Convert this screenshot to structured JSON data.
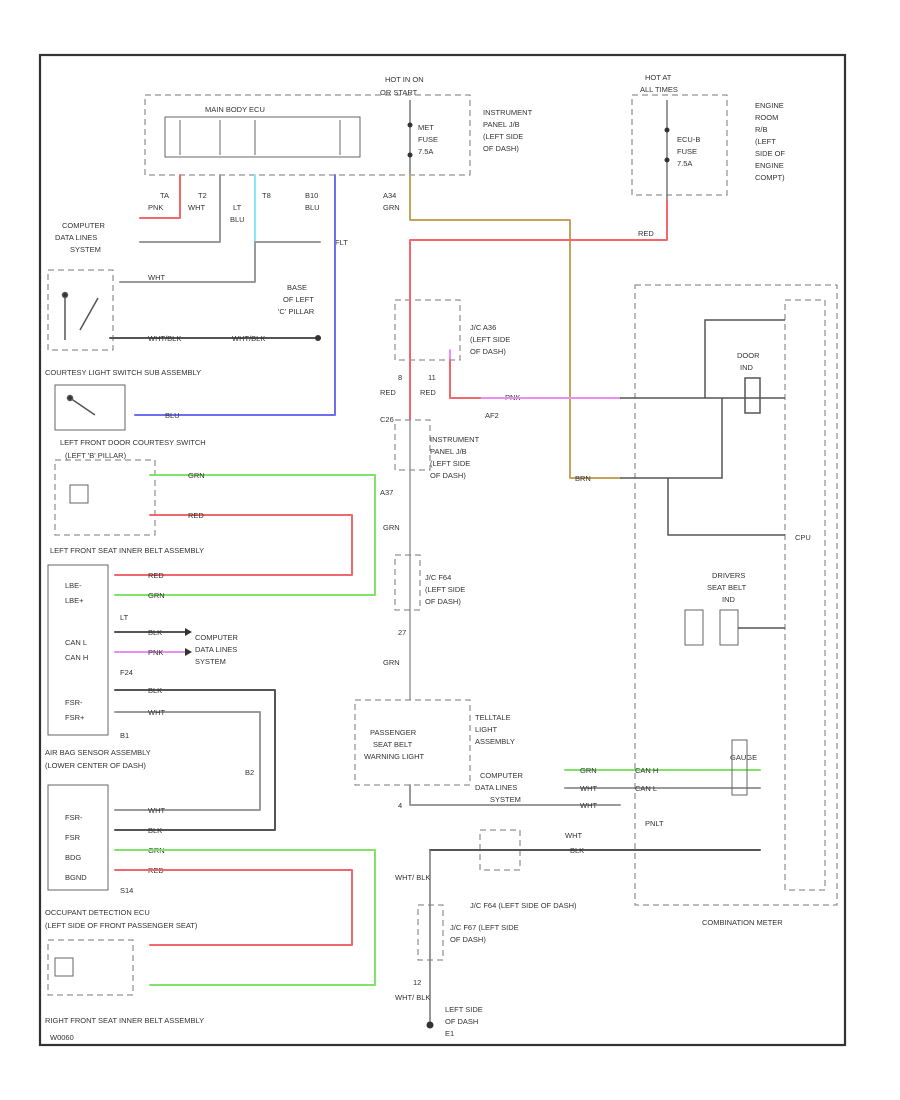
{
  "colors": {
    "black": "#555555",
    "red": "#f0676c",
    "pink": "#ea8ff2",
    "green": "#7fe36a",
    "blue": "#6f6ff0",
    "cyan": "#8fe6f2",
    "tan": "#c7a25c",
    "gray": "#9a9a9a"
  },
  "power": {
    "hot_in_on": "HOT IN ON",
    "or_start": "OR START",
    "met_fuse_1": "MET",
    "met_fuse_2": "FUSE",
    "met_fuse_3": "7.5A",
    "ip_jb_1": "INSTRUMENT",
    "ip_jb_2": "PANEL J/B",
    "ip_jb_3": "(LEFT SIDE",
    "ip_jb_4": "OF DASH)",
    "hot_at_1": "HOT AT",
    "hot_at_2": "ALL TIMES",
    "ecu_fuse_1": "ECU-B",
    "ecu_fuse_2": "FUSE",
    "ecu_fuse_3": "7.5A",
    "er_jb_1": "ENGINE",
    "er_jb_2": "ROOM",
    "er_jb_3": "R/B",
    "er_jb_4": "(LEFT",
    "er_jb_5": "SIDE OF",
    "er_jb_6": "ENGINE",
    "er_jb_7": "COMPT)"
  },
  "main_body_ecu": "MAIN BODY ECU",
  "top_pins": {
    "a": "TA",
    "a_color": "PNK",
    "b": "T2",
    "b_color": "WHT",
    "c": "T8",
    "c_color": "BLU",
    "c_alt": "LT",
    "d": "B10",
    "d_color": "BLU",
    "fuse_pin": "A34",
    "fuse_color": "GRN",
    "red_label": "RED",
    "flt": "FLT"
  },
  "computer_data_1": [
    "COMPUTER",
    "DATA LINES",
    "SYSTEM"
  ],
  "courtesy": {
    "wire_wht": "WHT",
    "ground_color": "WHT/BLK",
    "ground_color2": "WHT/BLK",
    "ground_1": "BASE",
    "ground_2": "OF LEFT",
    "ground_3": "'C' PILLAR",
    "name": "COURTESY LIGHT SWITCH SUB ASSEMBLY",
    "blue_wire": "BLU"
  },
  "door_switch": [
    "LEFT FRONT DOOR COURTESY SWITCH",
    "(LEFT 'B' PILLAR)"
  ],
  "jc_a36": [
    "J/C A36",
    "(LEFT SIDE",
    "OF DASH)"
  ],
  "mid_wires": {
    "n8": "8",
    "n11": "11",
    "red1": "RED",
    "red2": "RED",
    "c26": "C26",
    "a37": "A37",
    "grn1": "GRN",
    "n27": "27",
    "grn2": "GRN",
    "pnk_label": "PNK",
    "af2": "AF2",
    "grn_br": "BRN"
  },
  "ip_jb_2": [
    "INSTRUMENT",
    "PANEL J/B",
    "(LEFT SIDE",
    "OF DASH)"
  ],
  "jc_f64": [
    "J/C F64",
    "(LEFT SIDE",
    "OF DASH)"
  ],
  "seatbelt_left": "LEFT FRONT SEAT INNER BELT ASSEMBLY",
  "wires_left": {
    "grn": "GRN",
    "red": "RED",
    "red2": "RED",
    "grn2": "GRN",
    "lt": "LT",
    "blk": "BLK",
    "pnk": "PNK",
    "f24": "F24",
    "blk2": "BLK",
    "wht": "WHT",
    "wht2": "WHT",
    "blk3": "BLK",
    "grn3": "GRN",
    "red3": "RED",
    "s14": "S14",
    "b1": "B1",
    "b2": "B2"
  },
  "airbag_pins": [
    "LBE-",
    "LBE+",
    "CAN L",
    "CAN H",
    "FSR-",
    "FSR+"
  ],
  "computer_data_2": [
    "COMPUTER",
    "DATA LINES",
    "SYSTEM"
  ],
  "airbag": [
    "AIR BAG SENSOR ASSEMBLY",
    "(LOWER CENTER OF DASH)"
  ],
  "occupant_pins": [
    "FSR-",
    "FSR",
    "BDG",
    "BGND"
  ],
  "occupant": [
    "OCCUPANT DETECTION ECU",
    "(LEFT SIDE OF FRONT PASSENGER SEAT)"
  ],
  "seatbelt_right": "RIGHT FRONT SEAT INNER BELT ASSEMBLY",
  "telltale": {
    "inner_1": "PASSENGER",
    "inner_2": "SEAT BELT",
    "inner_3": "WARNING LIGHT",
    "label_1": "TELLTALE",
    "label_2": "LIGHT",
    "label_3": "ASSEMBLY",
    "pin": "4"
  },
  "computer_data_3": [
    "COMPUTER",
    "DATA LINES",
    "SYSTEM"
  ],
  "right_wires": {
    "grn": "GRN",
    "wht": "WHT",
    "wht2": "WHT",
    "canh": "CAN H",
    "canl": "CAN L",
    "whti": "WHT",
    "blk": "BLK",
    "pnl": "PNLT",
    "wht_blk": "WHT/ BLK",
    "n12": "12",
    "wht_blk2": "WHT/ BLK"
  },
  "ground_jcs": {
    "jc_f64_b": "J/C F64 (LEFT SIDE OF DASH)",
    "jc_f67_1": "J/C F67 (LEFT SIDE",
    "jc_f67_2": "OF DASH)",
    "gnd_1": "LEFT SIDE",
    "gnd_2": "OF DASH",
    "e1": "E1"
  },
  "combination_meter": {
    "name": "COMBINATION METER",
    "door": "DOOR",
    "ind": "IND",
    "drivers_1": "DRIVERS",
    "drivers_2": "SEAT BELT",
    "drivers_3": "IND",
    "cpu": "CPU",
    "i_g": "GAUGE"
  },
  "corner_label": "W0060"
}
